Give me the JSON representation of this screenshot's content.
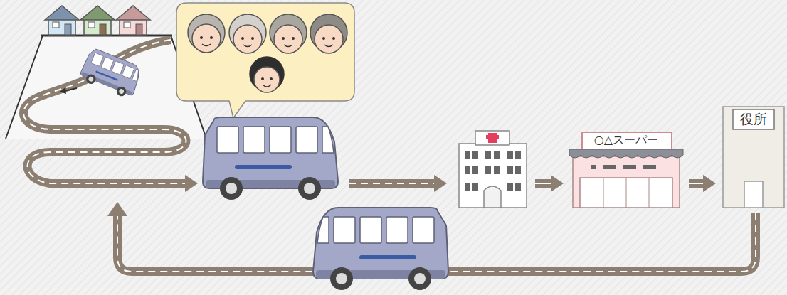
{
  "diagram": {
    "nodes": [
      {
        "text": [
          "○△スーパー"
        ]
      },
      {
        "text": [
          "役所"
        ]
      }
    ],
    "edges": [
      {
        "from": 0,
        "to": 1,
        "arrow": "to"
      }
    ]
  }
}
